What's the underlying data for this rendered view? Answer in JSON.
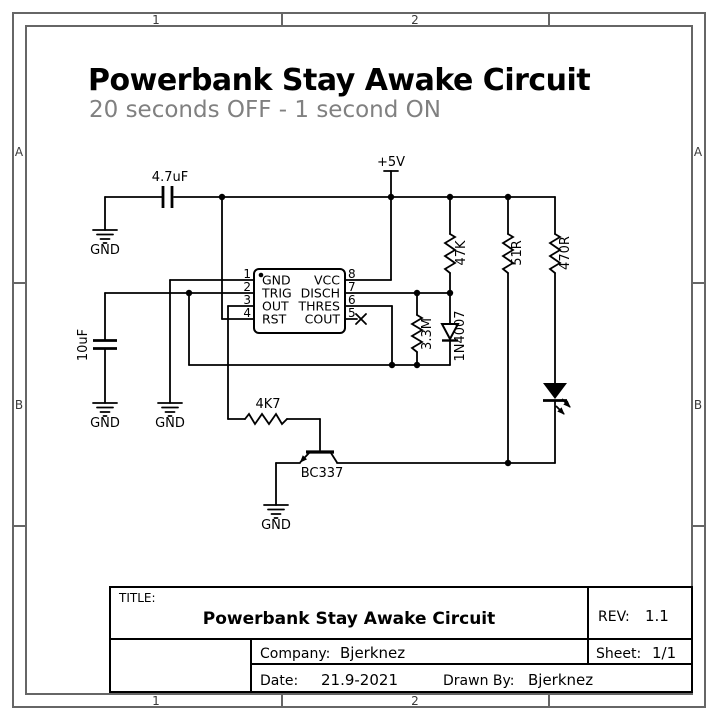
{
  "page": {
    "title": "Powerbank Stay Awake Circuit",
    "subtitle": "20 seconds OFF - 1 second ON"
  },
  "frame": {
    "cols": [
      "1",
      "2"
    ],
    "rows": [
      "A",
      "B"
    ]
  },
  "schematic": {
    "power": {
      "vcc": "+5V",
      "gnd": "GND"
    },
    "ic": {
      "pins_left": [
        {
          "num": "1",
          "name": "GND"
        },
        {
          "num": "2",
          "name": "TRIG"
        },
        {
          "num": "3",
          "name": "OUT"
        },
        {
          "num": "4",
          "name": "RST"
        }
      ],
      "pins_right": [
        {
          "num": "8",
          "name": "VCC"
        },
        {
          "num": "7",
          "name": "DISCH"
        },
        {
          "num": "6",
          "name": "THRES"
        },
        {
          "num": "5",
          "name": "COUT"
        }
      ]
    },
    "components": {
      "c1": "4.7uF",
      "c2": "10uF",
      "r_47k": "47K",
      "r_51r": "51R",
      "r_470r": "470R",
      "r_3m3": "3.3M",
      "r_4k7": "4K7",
      "d1": "1N4007",
      "q1": "BC337"
    }
  },
  "title_block": {
    "title_label": "TITLE:",
    "title": "Powerbank Stay Awake Circuit",
    "rev_label": "REV:",
    "rev": "1.1",
    "company_label": "Company:",
    "company": "Bjerknez",
    "sheet_label": "Sheet:",
    "sheet": "1/1",
    "date_label": "Date:",
    "date": "21.9-2021",
    "drawn_by_label": "Drawn By:",
    "drawn_by": "Bjerknez"
  }
}
